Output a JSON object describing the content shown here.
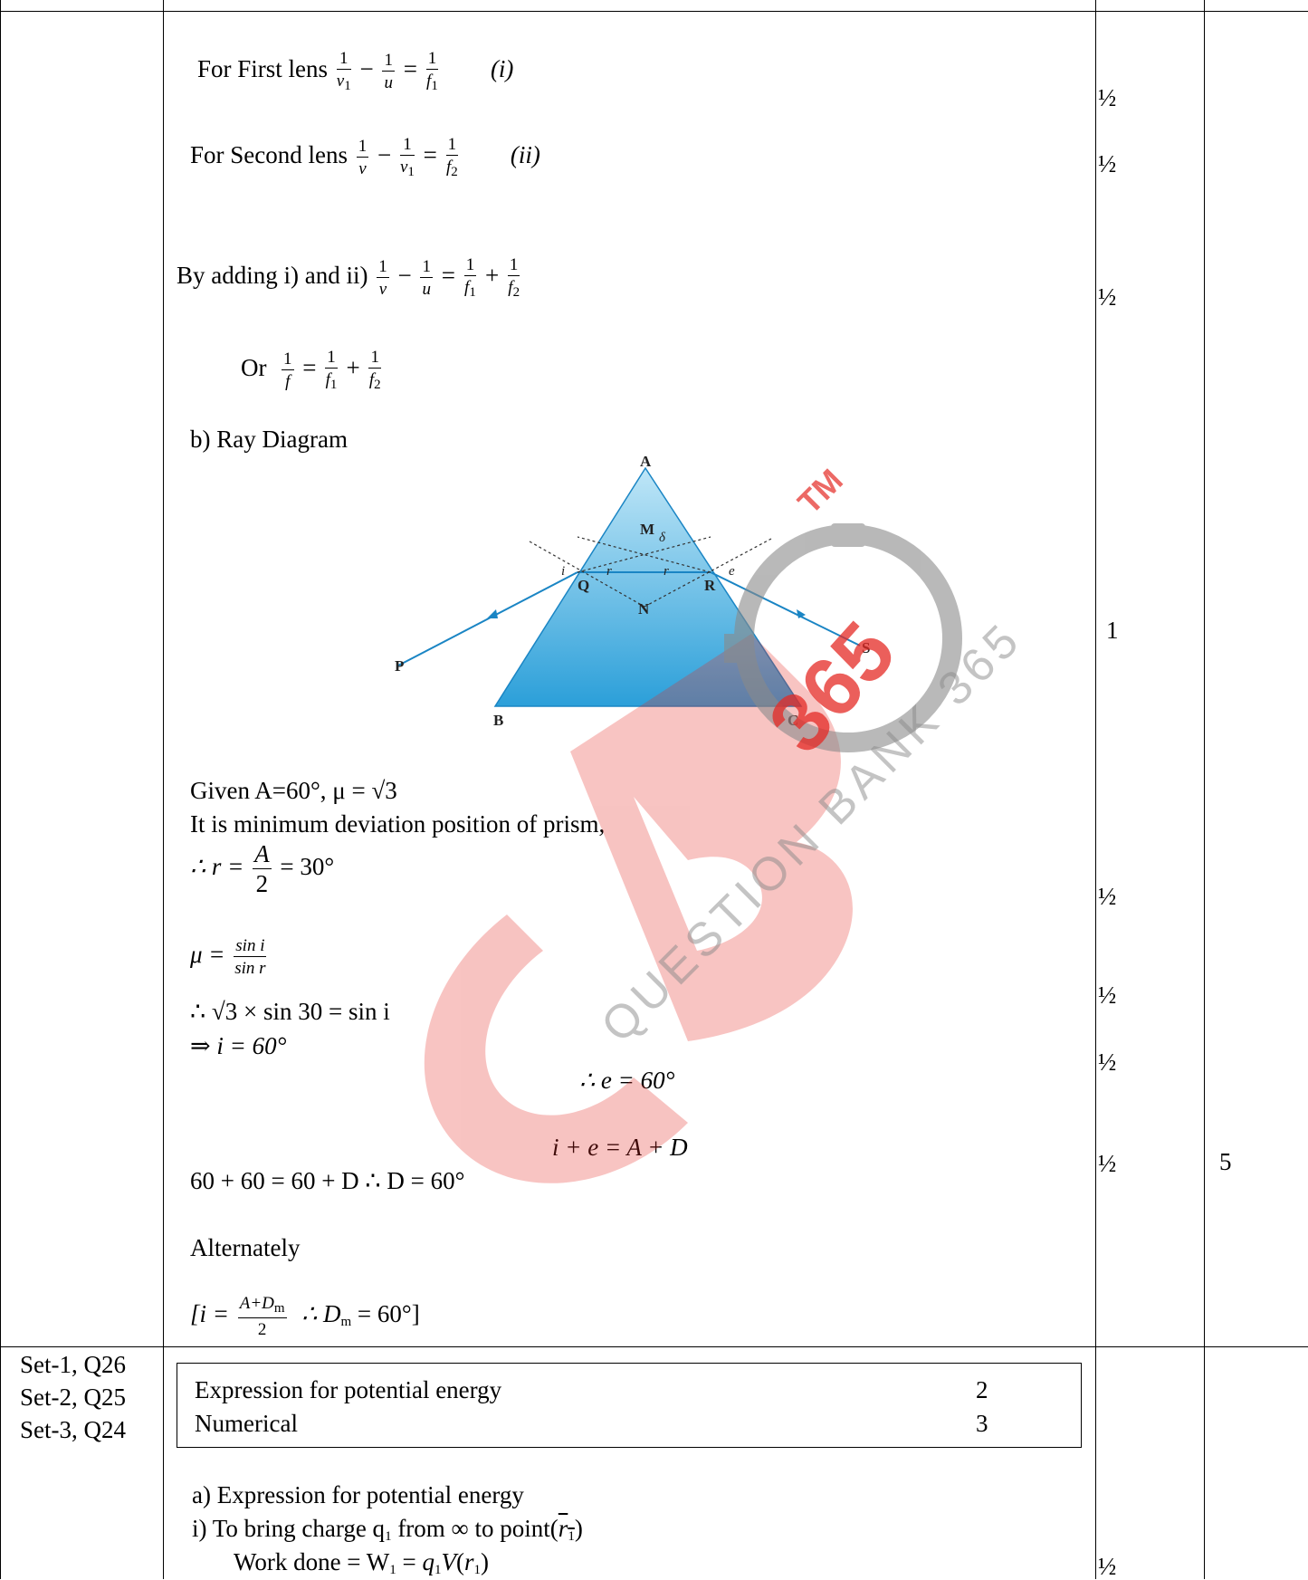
{
  "page": {
    "first_lens": {
      "label": "For First lens",
      "eq_num": "(i)"
    },
    "second_lens": {
      "label": "For Second lens",
      "eq_num": "(ii)"
    },
    "adding": {
      "label": "By adding i) and ii)"
    },
    "or_label": "Or",
    "ray_diagram_label": "b) Ray Diagram",
    "given": "Given A=60°,  μ = √3",
    "min_dev": "It is minimum deviation position of prism,",
    "r_prefix": "∴ r =",
    "r_result": "= 30°",
    "mu_def_prefix": "μ =",
    "sin_i": "sin i",
    "sin_r": "sin r",
    "snell_step": "∴ √3 × sin 30 = sin i",
    "i_result": "⇒ i = 60°",
    "e_result": "∴ e = 60°",
    "sum_rule": "i + e = A + D",
    "d_result": "60 + 60 = 60 + D ∴ D = 60°",
    "alternately": "Alternately",
    "alt_formula_left": "[i =",
    "alt_formula_right": "∴ D",
    "alt_formula_end": "= 60°]",
    "set_labels": [
      "Set-1, Q26",
      "Set-2, Q25",
      "Set-3, Q24"
    ],
    "legend": [
      {
        "item": "Expression for potential energy",
        "marks": "2"
      },
      {
        "item": "Numerical",
        "marks": "3"
      }
    ],
    "part_a": "a)  Expression for potential energy",
    "part_i": "i)   To bring charge q",
    "part_i_tail": "from ∞ to point(",
    "work_done": "Work done = W",
    "half_marks": [
      "½",
      "½",
      "½",
      "1",
      "½",
      "½",
      "½",
      "½",
      "½"
    ],
    "total_marks": "5"
  },
  "diagram": {
    "vertex_labels": [
      "A",
      "B",
      "C"
    ],
    "point_labels": [
      "M",
      "Q",
      "R",
      "N",
      "P",
      "S"
    ],
    "angle_labels": [
      "i",
      "e",
      "r",
      "r",
      "δ"
    ]
  },
  "watermark": {
    "text": "QUESTION BANK 365",
    "number": "365",
    "tm": "TM",
    "colors": {
      "red": "#e52a25",
      "grey": "#8a8a8a"
    }
  }
}
